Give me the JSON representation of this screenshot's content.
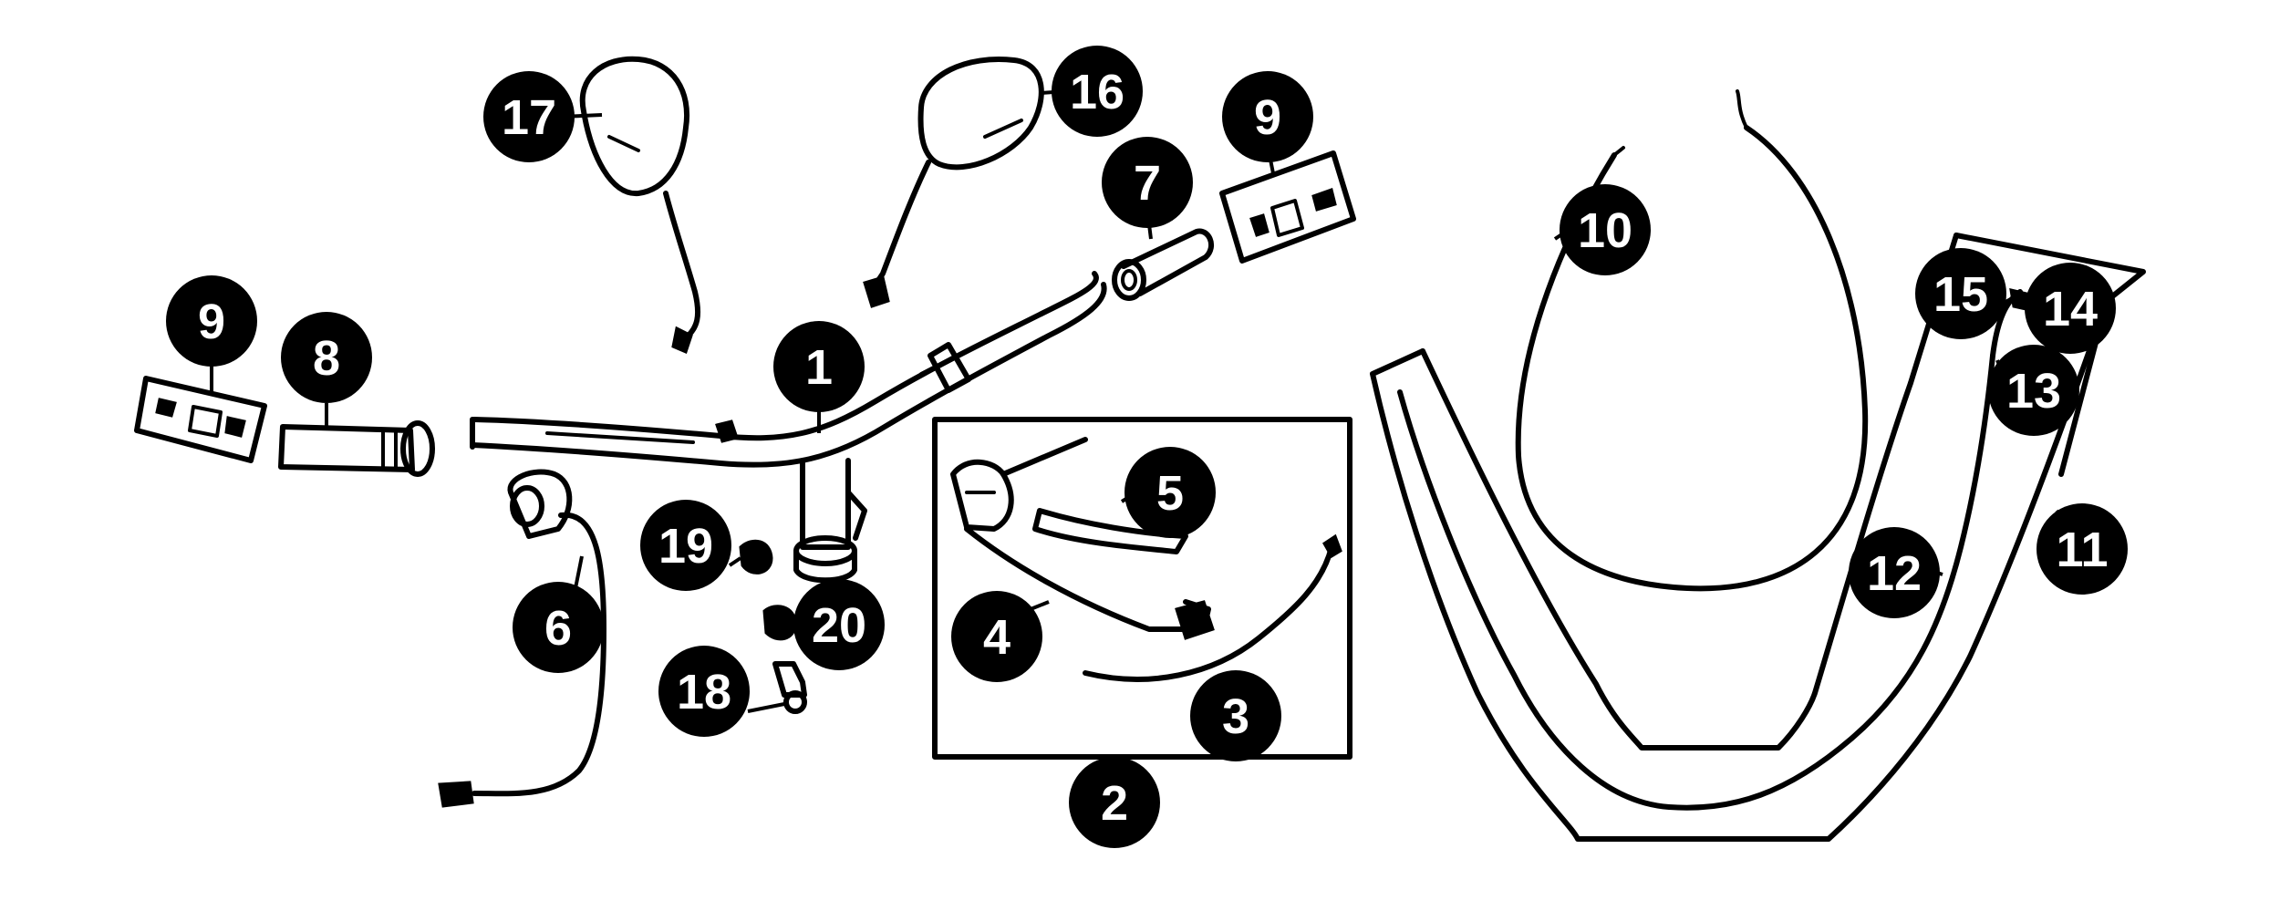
{
  "colors": {
    "line": "#000000",
    "background": "#ffffff",
    "callout_fill": "#000000",
    "callout_text": "#ffffff"
  },
  "callouts": [
    {
      "id": "c17",
      "label": "17"
    },
    {
      "id": "c16",
      "label": "16"
    },
    {
      "id": "c9a",
      "label": "9"
    },
    {
      "id": "c7",
      "label": "7"
    },
    {
      "id": "c10",
      "label": "10"
    },
    {
      "id": "c15",
      "label": "15"
    },
    {
      "id": "c14",
      "label": "14"
    },
    {
      "id": "c13",
      "label": "13"
    },
    {
      "id": "c9b",
      "label": "9"
    },
    {
      "id": "c8",
      "label": "8"
    },
    {
      "id": "c1",
      "label": "1"
    },
    {
      "id": "c5",
      "label": "5"
    },
    {
      "id": "c19",
      "label": "19"
    },
    {
      "id": "c6",
      "label": "6"
    },
    {
      "id": "c20",
      "label": "20"
    },
    {
      "id": "c4",
      "label": "4"
    },
    {
      "id": "c18",
      "label": "18"
    },
    {
      "id": "c3",
      "label": "3"
    },
    {
      "id": "c2",
      "label": "2"
    },
    {
      "id": "c12",
      "label": "12"
    },
    {
      "id": "c11",
      "label": "11"
    }
  ]
}
